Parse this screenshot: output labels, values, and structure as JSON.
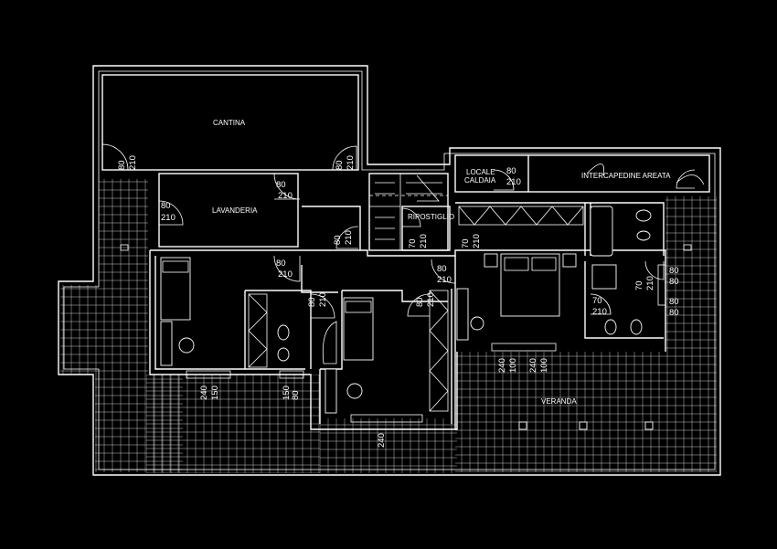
{
  "colors": {
    "background": "#000000",
    "lines": "#ffffff"
  },
  "rooms": {
    "cantina": "CANTINA",
    "lavanderia": "LAVANDERIA",
    "locale_caldaia_1": "LOCALE",
    "locale_caldaia_2": "CALDAIA",
    "intercapedine": "INTERCAPEDINE  AREATA",
    "ripostiglio": "RIPOSTIGLIO",
    "veranda": "VERANDA"
  },
  "dimensions": [
    [
      "80",
      "210"
    ],
    [
      "80",
      "210"
    ],
    [
      "80",
      "210"
    ],
    [
      "80",
      "210"
    ],
    [
      "80",
      "210"
    ],
    [
      "80",
      "210"
    ],
    [
      "80",
      "210"
    ],
    [
      "80",
      "210"
    ],
    [
      "70",
      "210"
    ],
    [
      "70",
      "210"
    ],
    [
      "80",
      "210"
    ],
    [
      "80",
      "210"
    ],
    [
      "70",
      "210"
    ],
    [
      "70",
      "210"
    ],
    [
      "80",
      "80"
    ],
    [
      "80",
      "80"
    ],
    [
      "240",
      "150"
    ],
    [
      "80",
      "150"
    ],
    [
      "240",
      "100"
    ],
    [
      "240",
      "100"
    ],
    [
      "240"
    ]
  ]
}
